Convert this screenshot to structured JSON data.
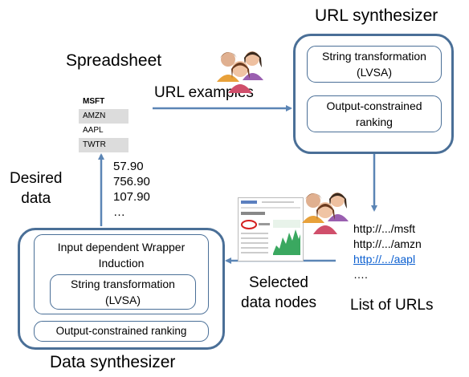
{
  "spreadsheet": {
    "title": "Spreadsheet",
    "rows": [
      {
        "text": "MSFT",
        "shaded": false,
        "bold": true
      },
      {
        "text": "AMZN",
        "shaded": true,
        "bold": false
      },
      {
        "text": "AAPL",
        "shaded": false,
        "bold": false
      },
      {
        "text": "TWTR",
        "shaded": true,
        "bold": false
      }
    ]
  },
  "url_examples_label": "URL examples",
  "url_synthesizer": {
    "title": "URL synthesizer",
    "box1": {
      "line1": "String transformation",
      "line2": "(LVSA)"
    },
    "box2": {
      "line1": "Output-constrained",
      "line2": "ranking"
    }
  },
  "desired_data": {
    "line1": "Desired",
    "line2": "data"
  },
  "values": [
    "57.90",
    "756.90",
    "107.90",
    "…"
  ],
  "urls": {
    "items": [
      "http://.../msft",
      "http://.../amzn",
      "http://.../aapl",
      "…."
    ],
    "caption": "List of URLs"
  },
  "selected_nodes": {
    "line1": "Selected",
    "line2": "data nodes"
  },
  "data_synthesizer": {
    "title": "Data synthesizer",
    "wrapper": {
      "line1": "Input dependent Wrapper",
      "line2": "Induction"
    },
    "inner": {
      "line1": "String transformation",
      "line2": "(LVSA)"
    },
    "ranking": "Output-constrained ranking"
  },
  "colors": {
    "box_border": "#4a6f97",
    "arrow": "#5b85b5",
    "link": "#0b5fd0"
  },
  "icons": [
    "users-icon",
    "webpage-screenshot-icon"
  ]
}
